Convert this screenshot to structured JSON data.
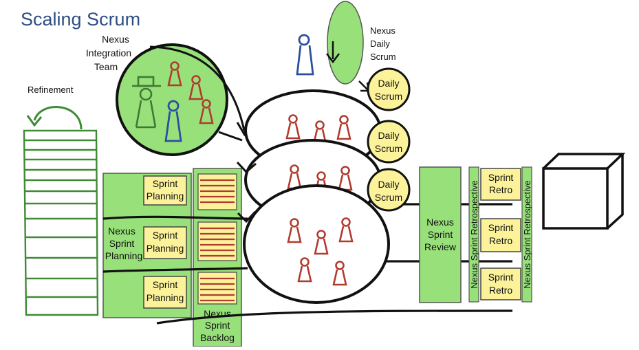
{
  "title": "Scaling Scrum",
  "labels": {
    "integration_team": [
      "Nexus",
      "Integration",
      "Team"
    ],
    "refinement": "Refinement",
    "nexus_daily_scrum": [
      "Nexus",
      "Daily",
      "Scrum"
    ],
    "daily_scrum": [
      "Daily",
      "Scrum"
    ],
    "sprint_planning": [
      "Sprint",
      "Planning"
    ],
    "nexus_sprint_planning": [
      "Nexus",
      "Sprint",
      "Planning"
    ],
    "nexus_sprint_backlog": [
      "Nexus",
      "Sprint",
      "Backlog"
    ],
    "nexus_sprint_review": [
      "Nexus",
      "Sprint",
      "Review"
    ],
    "sprint_retro": [
      "Sprint",
      "Retro"
    ],
    "nexus_sprint_retrospective": "Nexus Sprint Retrospective"
  },
  "colors": {
    "green": "#98e07a",
    "yellow": "#fbf29a",
    "red_figure": "#b23a2e",
    "blue_figure": "#2c4fa0",
    "dark_green": "#3f8a35",
    "title": "#2e4e86"
  }
}
